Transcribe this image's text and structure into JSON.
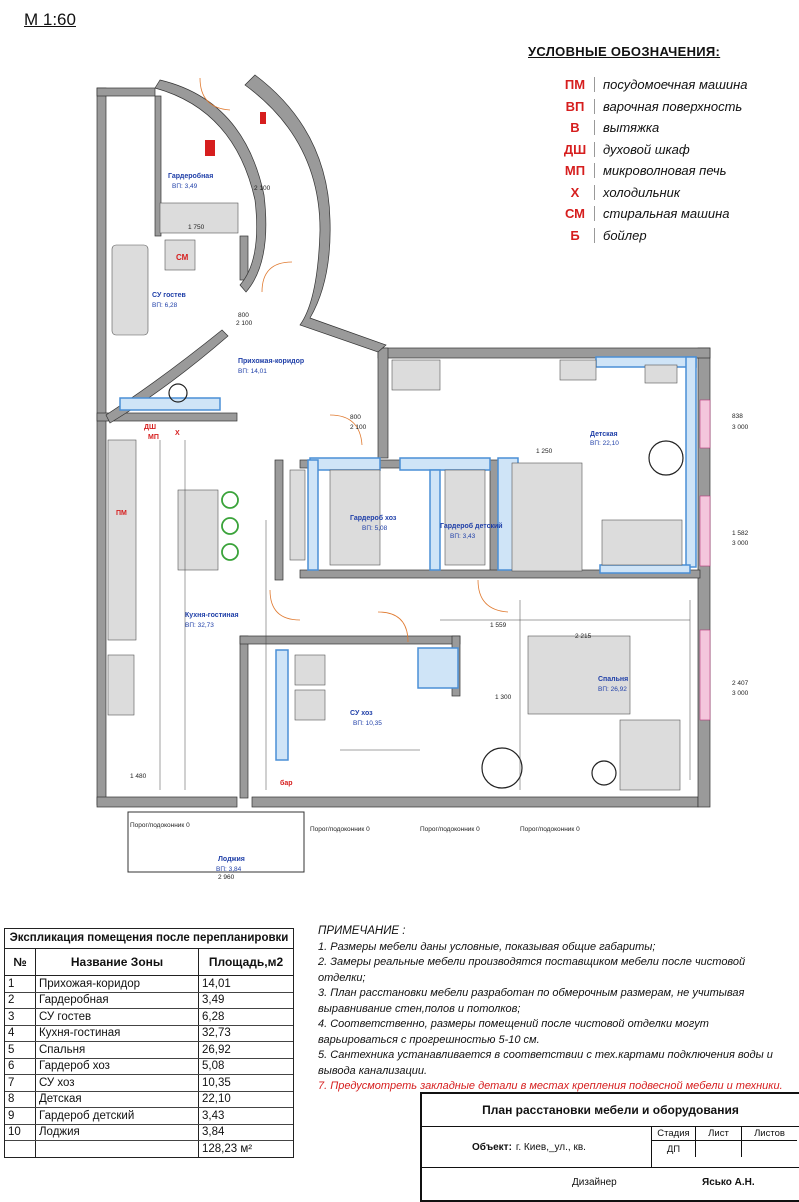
{
  "scale": "М 1:60",
  "legend": {
    "title": "УСЛОВНЫЕ ОБОЗНАЧЕНИЯ:",
    "items": [
      {
        "code": "ПМ",
        "desc": "посудомоечная машина"
      },
      {
        "code": "ВП",
        "desc": "варочная поверхность"
      },
      {
        "code": "В",
        "desc": "вытяжка"
      },
      {
        "code": "ДШ",
        "desc": "духовой шкаф"
      },
      {
        "code": "МП",
        "desc": "микроволновая печь"
      },
      {
        "code": "Х",
        "desc": "холодильник"
      },
      {
        "code": "СМ",
        "desc": "стиральная машина"
      },
      {
        "code": "Б",
        "desc": "бойлер"
      }
    ]
  },
  "plan": {
    "rooms": [
      {
        "name": "Гардеробная",
        "area": "ВП: 3,49"
      },
      {
        "name": "СУ гостев",
        "area": "ВП: 6,28"
      },
      {
        "name": "Прихожая-коридор",
        "area": "ВП: 14,01"
      },
      {
        "name": "Детская",
        "area": "ВП: 22,10"
      },
      {
        "name": "Гардероб хоз",
        "area": "ВП: 5,08"
      },
      {
        "name": "Гардероб детский",
        "area": "ВП: 3,43"
      },
      {
        "name": "Кухня-гостиная",
        "area": "ВП: 32,73"
      },
      {
        "name": "Спальня",
        "area": "ВП: 26,92"
      },
      {
        "name": "СУ хоз",
        "area": "ВП: 10,35"
      },
      {
        "name": "Лоджия",
        "area": "ВП: 3,84"
      }
    ],
    "appliance_marks": [
      "СМ",
      "ПМ",
      "ДШ",
      "МП",
      "Х",
      "бар"
    ],
    "thresholds": [
      "Порог/подоконник 0",
      "Порог/подоконник 0",
      "Порог/подоконник 0",
      "Порог/подоконник 0"
    ],
    "dims": [
      "800",
      "2 100",
      "1 750",
      "2 100",
      "800",
      "2 100",
      "1 250",
      "838",
      "3 000",
      "1 582",
      "3 000",
      "2 407",
      "3 000",
      "1 480",
      "2 960",
      "1 300",
      "2 215",
      "1 559"
    ]
  },
  "notes": {
    "head": "ПРИМЕЧАНИЕ :",
    "items": [
      "1. Размеры мебели даны условные, показывая общие габариты;",
      "2. Замеры реальные мебели производятся поставщиком мебели после чистовой отделки;",
      "3. План расстановки мебели разработан по обмерочным размерам, не учитывая выравнивание стен,полов и потолков;",
      "4. Соответственно, размеры помещений после чистовой отделки могут варьироваться с прогрешностью 5-10 см.",
      "5. Сантехника устанавливается в соответствии с тех.картами подключения воды и вывода канализации."
    ],
    "red_item": "7. Предусмотреть закладные детали в местах крепления подвесной мебели и техники."
  },
  "explication": {
    "title": "Экспликация помещения после перепланировки",
    "headers": [
      "№",
      "Название Зоны",
      "Площадь,м2"
    ],
    "rows": [
      [
        "1",
        "Прихожая-коридор",
        "14,01"
      ],
      [
        "2",
        "Гардеробная",
        "3,49"
      ],
      [
        "3",
        "СУ гостев",
        "6,28"
      ],
      [
        "4",
        "Кухня-гостиная",
        "32,73"
      ],
      [
        "5",
        "Спальня",
        "26,92"
      ],
      [
        "6",
        "Гардероб хоз",
        "5,08"
      ],
      [
        "7",
        "СУ хоз",
        "10,35"
      ],
      [
        "8",
        "Детская",
        "22,10"
      ],
      [
        "9",
        "Гардероб детский",
        "3,43"
      ],
      [
        "10",
        "Лоджия",
        "3,84"
      ]
    ],
    "total": "128,23 м²"
  },
  "stamp": {
    "title": "План расстановки мебели и оборудования",
    "object_label": "Объект:",
    "object_value": "г. Киев,_ул., кв.",
    "stage_label": "Стадия",
    "sheet_label": "Лист",
    "sheets_label": "Листов",
    "stage_value": "ДП",
    "designer_label": "Дизайнер",
    "designer_name": "Ясько А.Н."
  },
  "colors": {
    "red": "#d61e1e",
    "blue": "#1f3fa8",
    "wall": "#9a9a9a",
    "furniture_blue": "#4a8fd6"
  }
}
